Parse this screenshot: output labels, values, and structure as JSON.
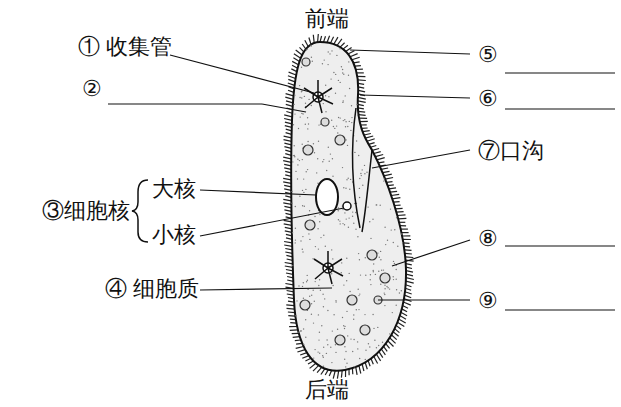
{
  "diagram": {
    "labels": [
      "前端",
      "① 收集管",
      "②",
      "⑤",
      "⑥",
      "⑦口沟",
      "③细胞核",
      "大核",
      "小核",
      "⑧",
      "④ 细胞质",
      "⑨",
      "后端"
    ]
  }
}
